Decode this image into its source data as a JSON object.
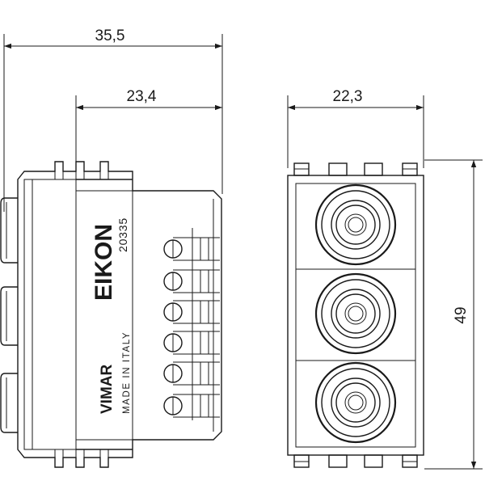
{
  "dimensions": {
    "overall_depth": "35,5",
    "body_depth": "23,4",
    "front_width": "22,3",
    "height": "49"
  },
  "labels": {
    "brand_series": "EIKON",
    "product_code": "20335",
    "manufacturer": "VIMAR",
    "origin": "MADE IN ITALY"
  }
}
